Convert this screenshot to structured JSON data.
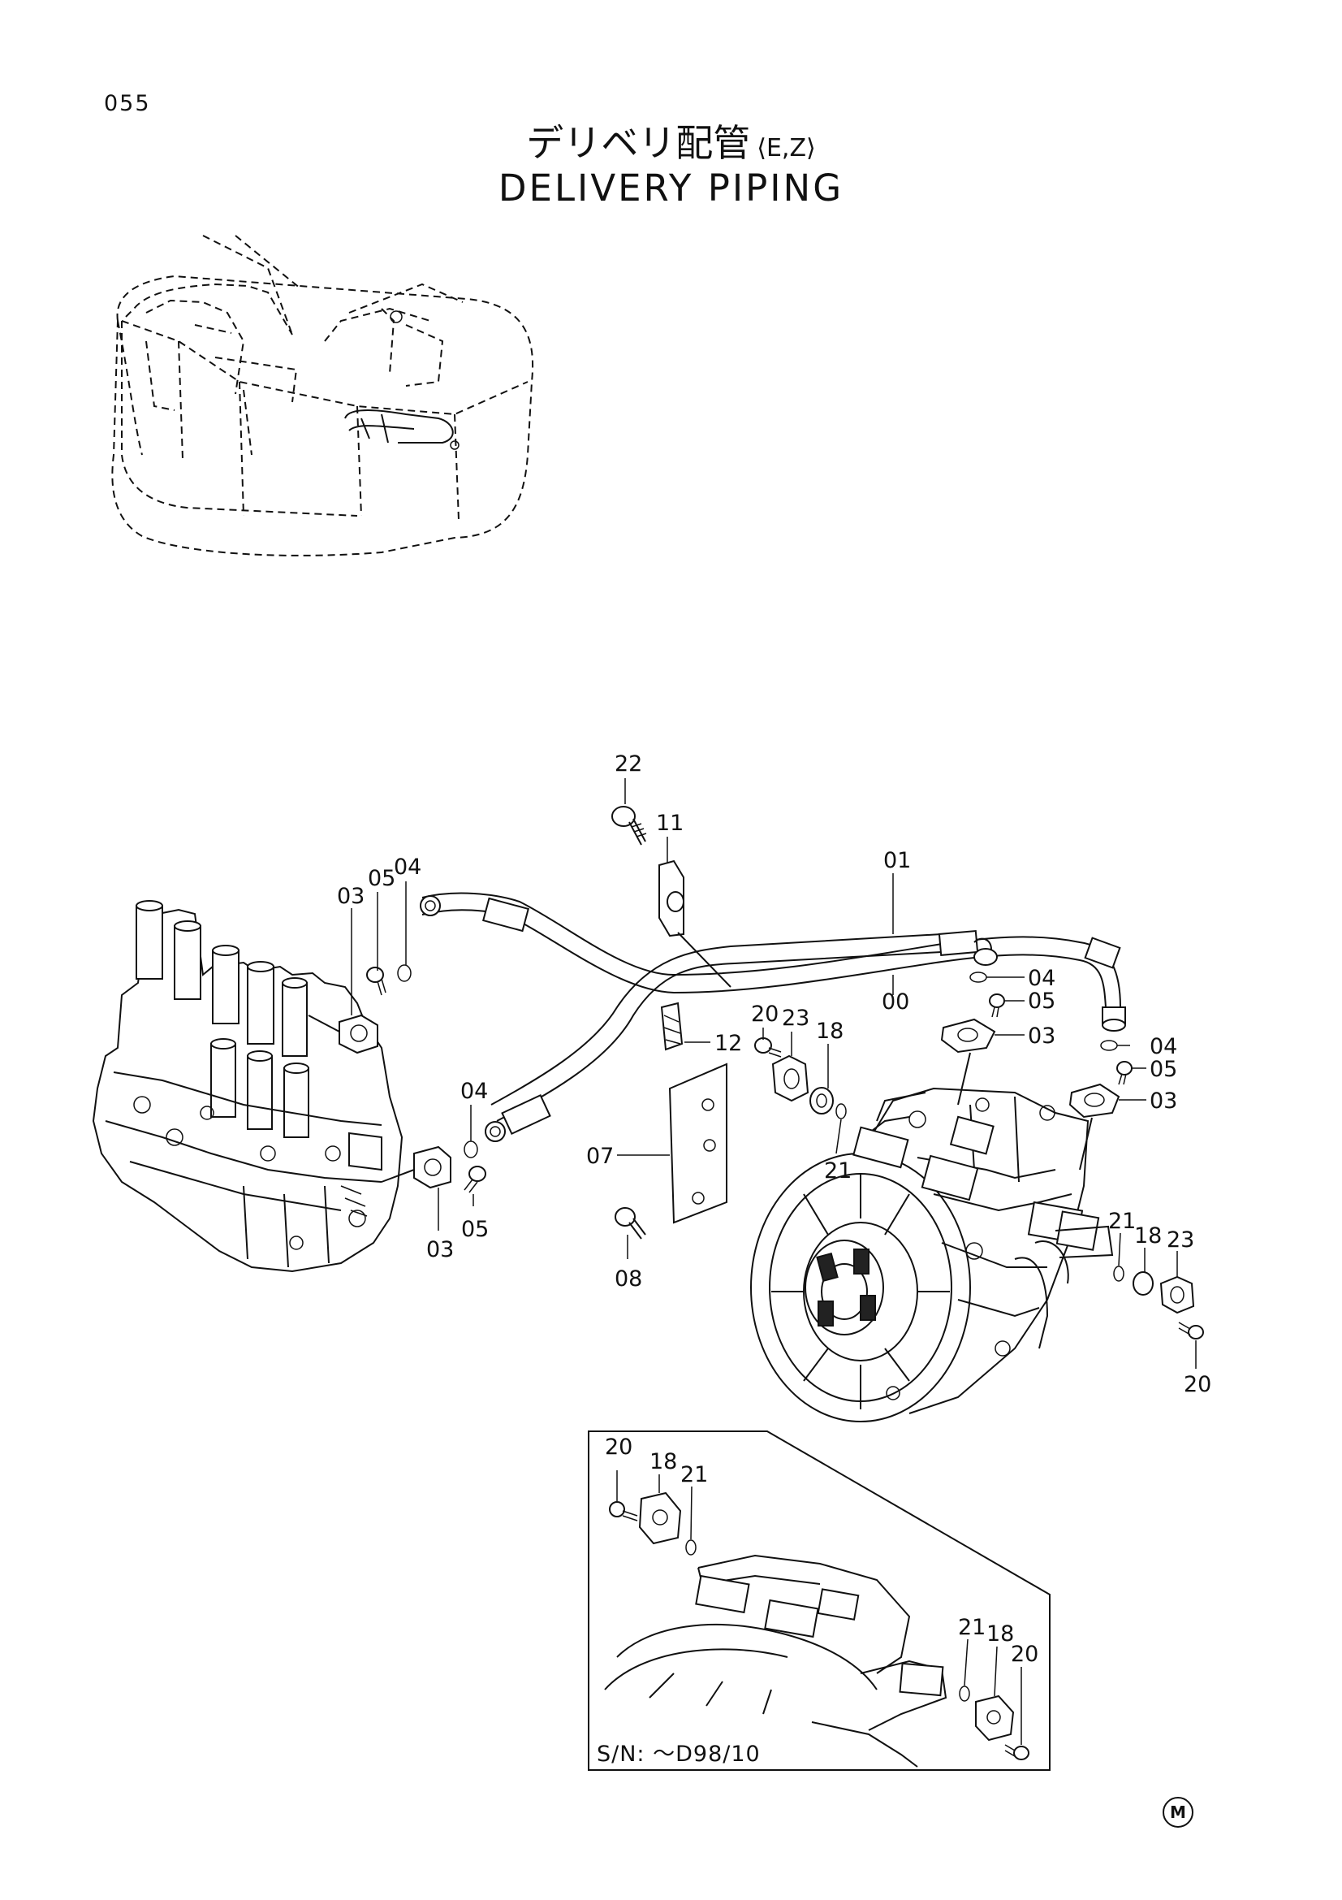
{
  "page_number": "055",
  "title_jp": "デリベリ配管",
  "title_jp_suffix": "⟨E,Z⟩",
  "title_en": "DELIVERY PIPING",
  "part_labels": {
    "p22": "22",
    "p11": "11",
    "p01": "01",
    "p00": "00",
    "p03_left_top": "03",
    "p05_left_top": "05",
    "p04_left_top": "04",
    "p04_right_a": "04",
    "p05_right_a": "05",
    "p03_right_a": "03",
    "p04_right_b": "04",
    "p05_right_b": "05",
    "p03_right_b": "03",
    "p20_mid": "20",
    "p23_mid": "23",
    "p18_mid": "18",
    "p21_mid": "21",
    "p12": "12",
    "p07": "07",
    "p08": "08",
    "p04_left_bottom": "04",
    "p03_left_bottom": "03",
    "p05_left_bottom": "05",
    "p21_right": "21",
    "p18_right": "18",
    "p23_right": "23",
    "p20_right": "20",
    "inset_20_a": "20",
    "inset_18_a": "18",
    "inset_21_a": "21",
    "inset_21_b": "21",
    "inset_18_b": "18",
    "inset_20_b": "20"
  },
  "inset_serial": "S/N: ～D98/10",
  "corner_mark": "M"
}
